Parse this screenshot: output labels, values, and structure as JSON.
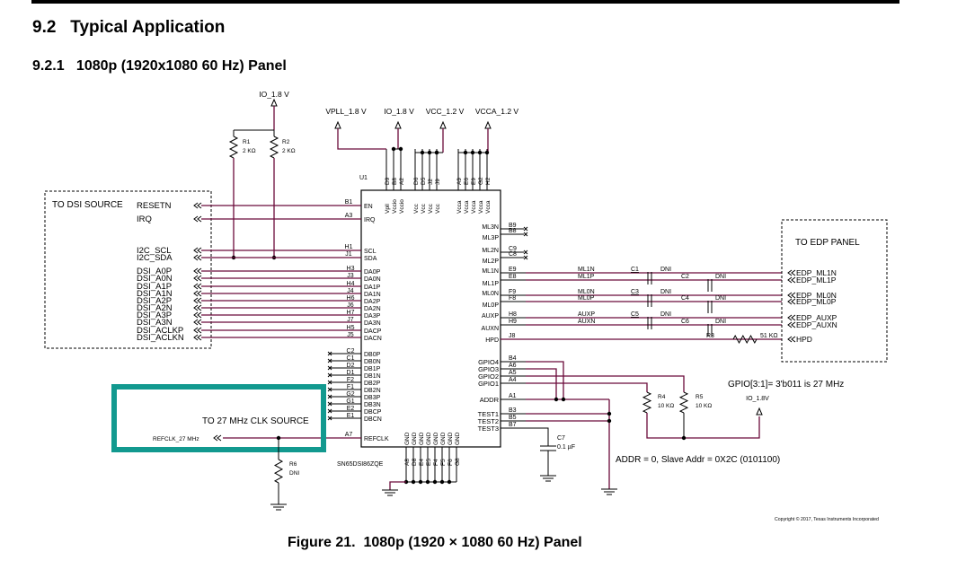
{
  "document": {
    "section_title": "9.2   Typical Application",
    "subsection_title": "9.2.1   1080p (1920x1080 60 Hz) Panel",
    "figure_caption": "Figure 21.  1080p (1920 × 1080 60 Hz) Panel",
    "copyright": "Copyright © 2017, Texas Instruments Incorporated"
  },
  "colors": {
    "wire": "#6b0a3a",
    "highlight": "#12998f",
    "line": "#000000"
  },
  "schematic": {
    "rails": {
      "pullup_rail": "IO_1.8 V",
      "vpll": "VPLL_1.8 V",
      "vccio": "IO_1.8 V",
      "vcc": "VCC_1.2 V",
      "vcca": "VCCA_1.2 V",
      "gpio_rail": "IO_1.8V"
    },
    "resistors": {
      "r1": {
        "ref": "R1",
        "value": "2 KΩ"
      },
      "r2": {
        "ref": "R2",
        "value": "2 KΩ"
      },
      "r3": {
        "ref": "R3",
        "value": "51 KΩ"
      },
      "r4": {
        "ref": "R4",
        "value": "10 KΩ"
      },
      "r5": {
        "ref": "R5",
        "value": "10 KΩ"
      },
      "r6": {
        "ref": "R6",
        "value": "DNI"
      }
    },
    "capacitors": {
      "c1": {
        "ref": "C1",
        "value": "DNI"
      },
      "c2": {
        "ref": "C2",
        "value": "DNI"
      },
      "c3": {
        "ref": "C3",
        "value": "DNI"
      },
      "c4": {
        "ref": "C4",
        "value": "DNI"
      },
      "c5": {
        "ref": "C5",
        "value": "DNI"
      },
      "c6": {
        "ref": "C6",
        "value": "DNI"
      },
      "c7": {
        "ref": "C7",
        "value": "0.1 µF"
      }
    },
    "chip": {
      "ref": "U1",
      "part": "SN65DSI86ZQE",
      "top_pins": [
        {
          "ball": "D9",
          "name": "Vpll"
        },
        {
          "ball": "B8",
          "name": "Vccio"
        },
        {
          "ball": "A2",
          "name": "Vccio"
        },
        {
          "ball": "D6",
          "name": "Vcc"
        },
        {
          "ball": "D5",
          "name": "Vcc"
        },
        {
          "ball": "J2",
          "name": "Vcc"
        },
        {
          "ball": "J9",
          "name": "Vcc"
        },
        {
          "ball": "A9",
          "name": "Vcca"
        },
        {
          "ball": "E6",
          "name": "Vcca"
        },
        {
          "ball": "E9",
          "name": "Vcca"
        },
        {
          "ball": "G2",
          "name": "Vcca"
        },
        {
          "ball": "H2",
          "name": "Vcca"
        }
      ],
      "left_control": [
        {
          "ball": "B1",
          "name": "EN"
        },
        {
          "ball": "A3",
          "name": "IRQ"
        },
        {
          "ball": "H1",
          "name": "SCL"
        },
        {
          "ball": "J1",
          "name": "SDA"
        }
      ],
      "left_dsi_a": [
        {
          "ball": "H3",
          "name": "DA0P"
        },
        {
          "ball": "J3",
          "name": "DA0N"
        },
        {
          "ball": "H4",
          "name": "DA1P"
        },
        {
          "ball": "J4",
          "name": "DA1N"
        },
        {
          "ball": "H6",
          "name": "DA2P"
        },
        {
          "ball": "J6",
          "name": "DA2N"
        },
        {
          "ball": "H7",
          "name": "DA3P"
        },
        {
          "ball": "J7",
          "name": "DA3N"
        },
        {
          "ball": "H5",
          "name": "DACP"
        },
        {
          "ball": "J5",
          "name": "DACN"
        }
      ],
      "left_dsi_b": [
        {
          "ball": "C2",
          "name": "DB0P"
        },
        {
          "ball": "C1",
          "name": "DB0N"
        },
        {
          "ball": "D2",
          "name": "DB1P"
        },
        {
          "ball": "D1",
          "name": "DB1N"
        },
        {
          "ball": "F2",
          "name": "DB2P"
        },
        {
          "ball": "F1",
          "name": "DB2N"
        },
        {
          "ball": "G2",
          "name": "DB3P"
        },
        {
          "ball": "G1",
          "name": "DB3N"
        },
        {
          "ball": "E2",
          "name": "DBCP"
        },
        {
          "ball": "E1",
          "name": "DBCN"
        }
      ],
      "refclk": {
        "ball": "A7",
        "name": "REFCLK"
      },
      "right_ml": [
        {
          "ball": "B9",
          "name": "ML3N"
        },
        {
          "ball": "B8",
          "name": "ML3P"
        },
        {
          "ball": "C9",
          "name": "ML2N"
        },
        {
          "ball": "C8",
          "name": "ML2P"
        },
        {
          "ball": "E9",
          "name": "ML1N"
        },
        {
          "ball": "E8",
          "name": "ML1P"
        },
        {
          "ball": "F9",
          "name": "ML0N"
        },
        {
          "ball": "F8",
          "name": "ML0P"
        },
        {
          "ball": "H8",
          "name": "AUXP"
        },
        {
          "ball": "H9",
          "name": "AUXN"
        },
        {
          "ball": "J8",
          "name": "HPD"
        }
      ],
      "right_misc": [
        {
          "ball": "B4",
          "name": "GPIO4"
        },
        {
          "ball": "A6",
          "name": "GPIO3"
        },
        {
          "ball": "A5",
          "name": "GPIO2"
        },
        {
          "ball": "A4",
          "name": "GPIO1"
        },
        {
          "ball": "A1",
          "name": "ADDR"
        },
        {
          "ball": "B3",
          "name": "TEST1"
        },
        {
          "ball": "B5",
          "name": "TEST2"
        },
        {
          "ball": "B7",
          "name": "TEST3"
        }
      ],
      "gnd_pins": [
        {
          "ball": "A8",
          "name": "GND"
        },
        {
          "ball": "D8",
          "name": "GND"
        },
        {
          "ball": "E4",
          "name": "GND"
        },
        {
          "ball": "E5",
          "name": "GND"
        },
        {
          "ball": "F4",
          "name": "GND"
        },
        {
          "ball": "F5",
          "name": "GND"
        },
        {
          "ball": "F6",
          "name": "GND"
        },
        {
          "ball": "G8",
          "name": "GND"
        }
      ]
    },
    "dsi_source": {
      "title": "TO DSI SOURCE",
      "signals": [
        "RESETN",
        "IRQ",
        "I2C_SCL",
        "I2C_SDA",
        "DSI_A0P",
        "DSI_A0N",
        "DSI_A1P",
        "DSI_A1N",
        "DSI_A2P",
        "DSI_A2N",
        "DSI_A3P",
        "DSI_A3N",
        "DSI_ACLKP",
        "DSI_ACLKN"
      ]
    },
    "edp_panel": {
      "title": "TO EDP PANEL",
      "signals": [
        "EDP_ML1N",
        "EDP_ML1P",
        "EDP_ML0N",
        "EDP_ML0P",
        "EDP_AUXP",
        "EDP_AUXN",
        "HPD"
      ]
    },
    "net_labels": [
      "ML1N",
      "ML1P",
      "ML0N",
      "ML0P",
      "AUXP",
      "AUXN"
    ],
    "clk_source": {
      "title": "TO 27 MHz CLK SOURCE",
      "signal": "REFCLK_27 MHz"
    },
    "notes": {
      "gpio": "GPIO[3:1]= 3'b011 is 27 MHz",
      "addr": "ADDR = 0,  Slave Addr = 0X2C  (0101100)"
    }
  }
}
